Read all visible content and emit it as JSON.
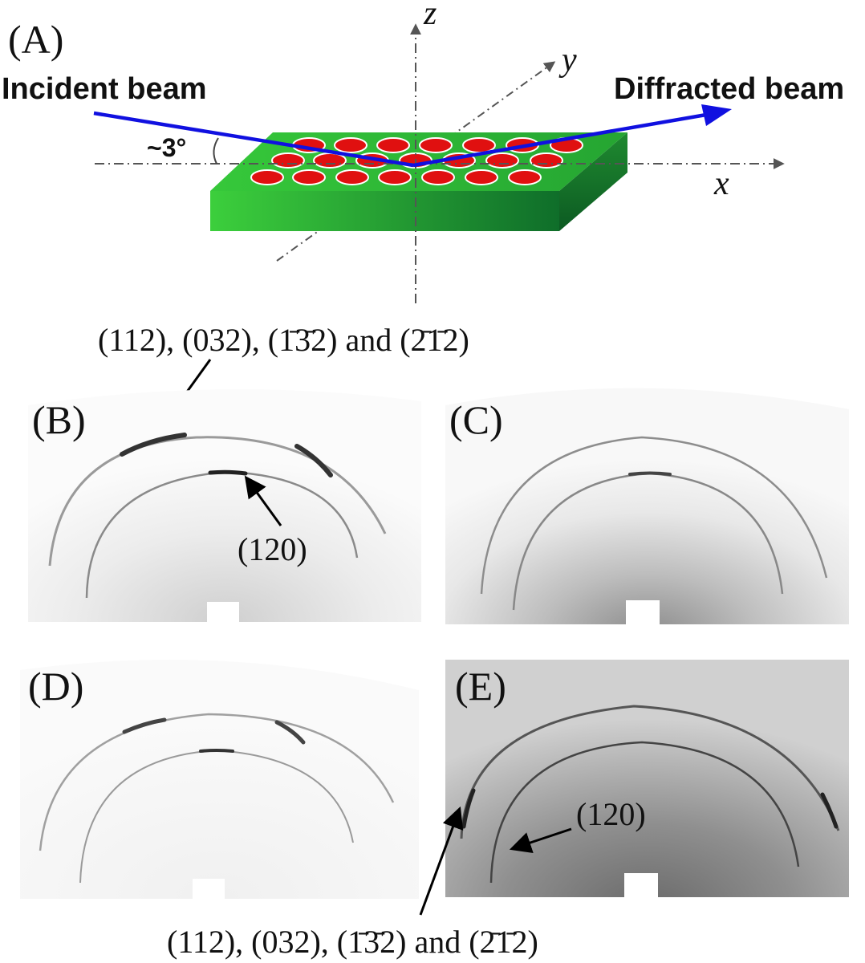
{
  "panel_labels": {
    "a": "(A)",
    "b": "(B)",
    "c": "(C)",
    "d": "(D)",
    "e": "(E)"
  },
  "schematic": {
    "incident_label": "Incident beam",
    "diffracted_label": "Diffracted beam",
    "angle_label": "~3°",
    "axis_x": "x",
    "axis_y": "y",
    "axis_z": "z",
    "beam_color": "#1010e0",
    "substrate_color": "#2fbf3a",
    "dot_color": "#e01010"
  },
  "annotations": {
    "planes_top": "(112), (032), (1̄3̄2) and (2̄1̄2)",
    "planes_bottom": "(112), (032), (1̄3̄2) and (2̄1̄2)",
    "reflection_b": "(120)",
    "reflection_e": "(120)"
  }
}
